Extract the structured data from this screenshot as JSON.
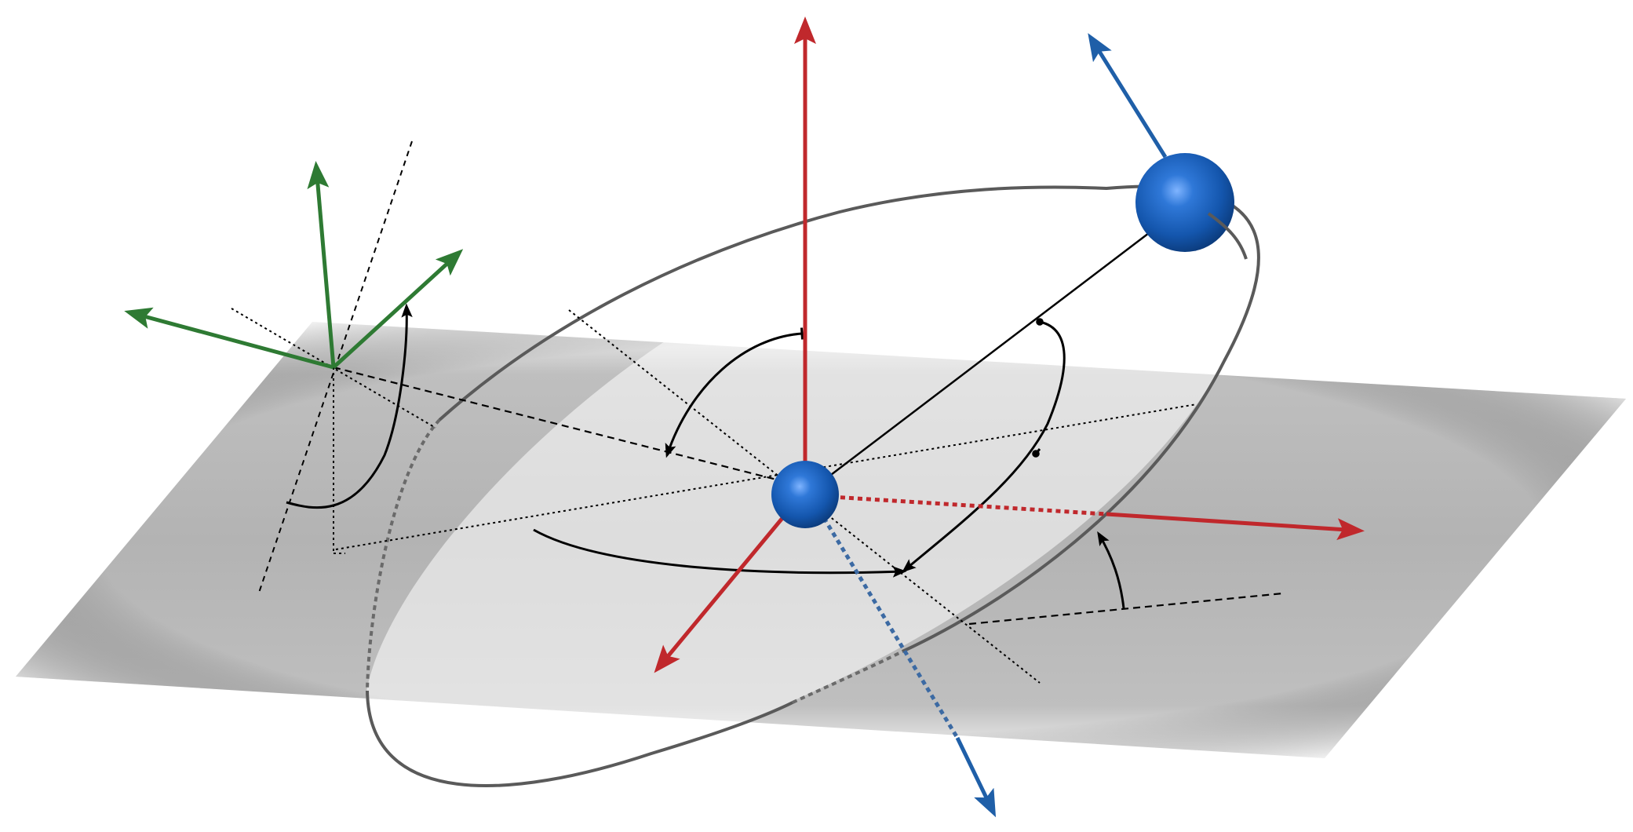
{
  "diagram": {
    "kind": "orbital-geometry",
    "labels": [],
    "colors": {
      "background": "#ffffff",
      "plane_edge": "#f2f2f2",
      "plane_center": "#b4b4b4",
      "orbit_fill": "#e9e9e9",
      "orbit_stroke": "#5a5a5a",
      "axis_red": "#c0282c",
      "axis_blue": "#1f5fa8",
      "axis_green": "#2e7a33",
      "sphere_blue": "#1565c0",
      "guide_black": "#000000"
    },
    "elements": {
      "reference_plane": "reference-plane",
      "orbit": "orbit-ellipse",
      "central_body": "central-body-sphere",
      "orbiting_body": "orbiting-body-sphere",
      "observer_triad": "observer-axis-triad"
    }
  }
}
